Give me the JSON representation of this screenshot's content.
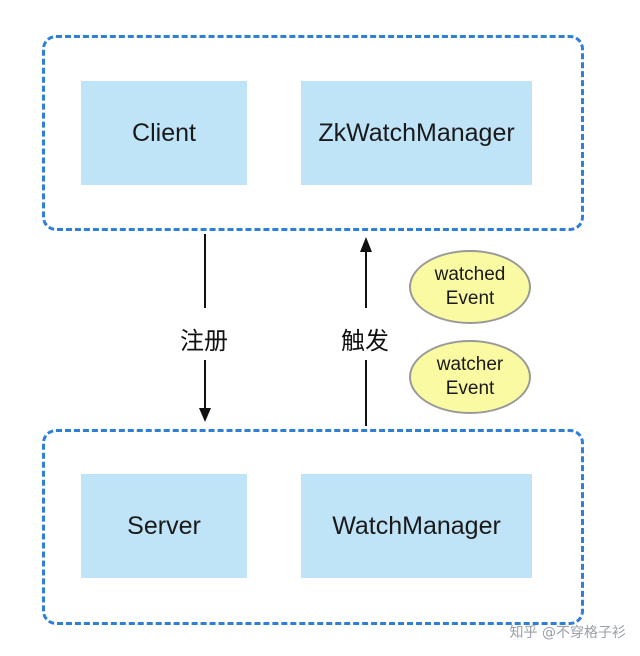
{
  "top_group": {
    "client_label": "Client",
    "manager_label": "ZkWatchManager"
  },
  "bottom_group": {
    "server_label": "Server",
    "manager_label": "WatchManager"
  },
  "arrows": {
    "register_label": "注册",
    "trigger_label": "触发"
  },
  "events": {
    "watched": {
      "line1": "watched",
      "line2": "Event"
    },
    "watcher": {
      "line1": "watcher",
      "line2": "Event"
    }
  },
  "watermark": "知乎 @不穿格子衫",
  "colors": {
    "group_border": "#2f7fd9",
    "box_fill": "#bfe3f7",
    "oval_fill": "#fafaa3",
    "arrow": "#111111"
  }
}
